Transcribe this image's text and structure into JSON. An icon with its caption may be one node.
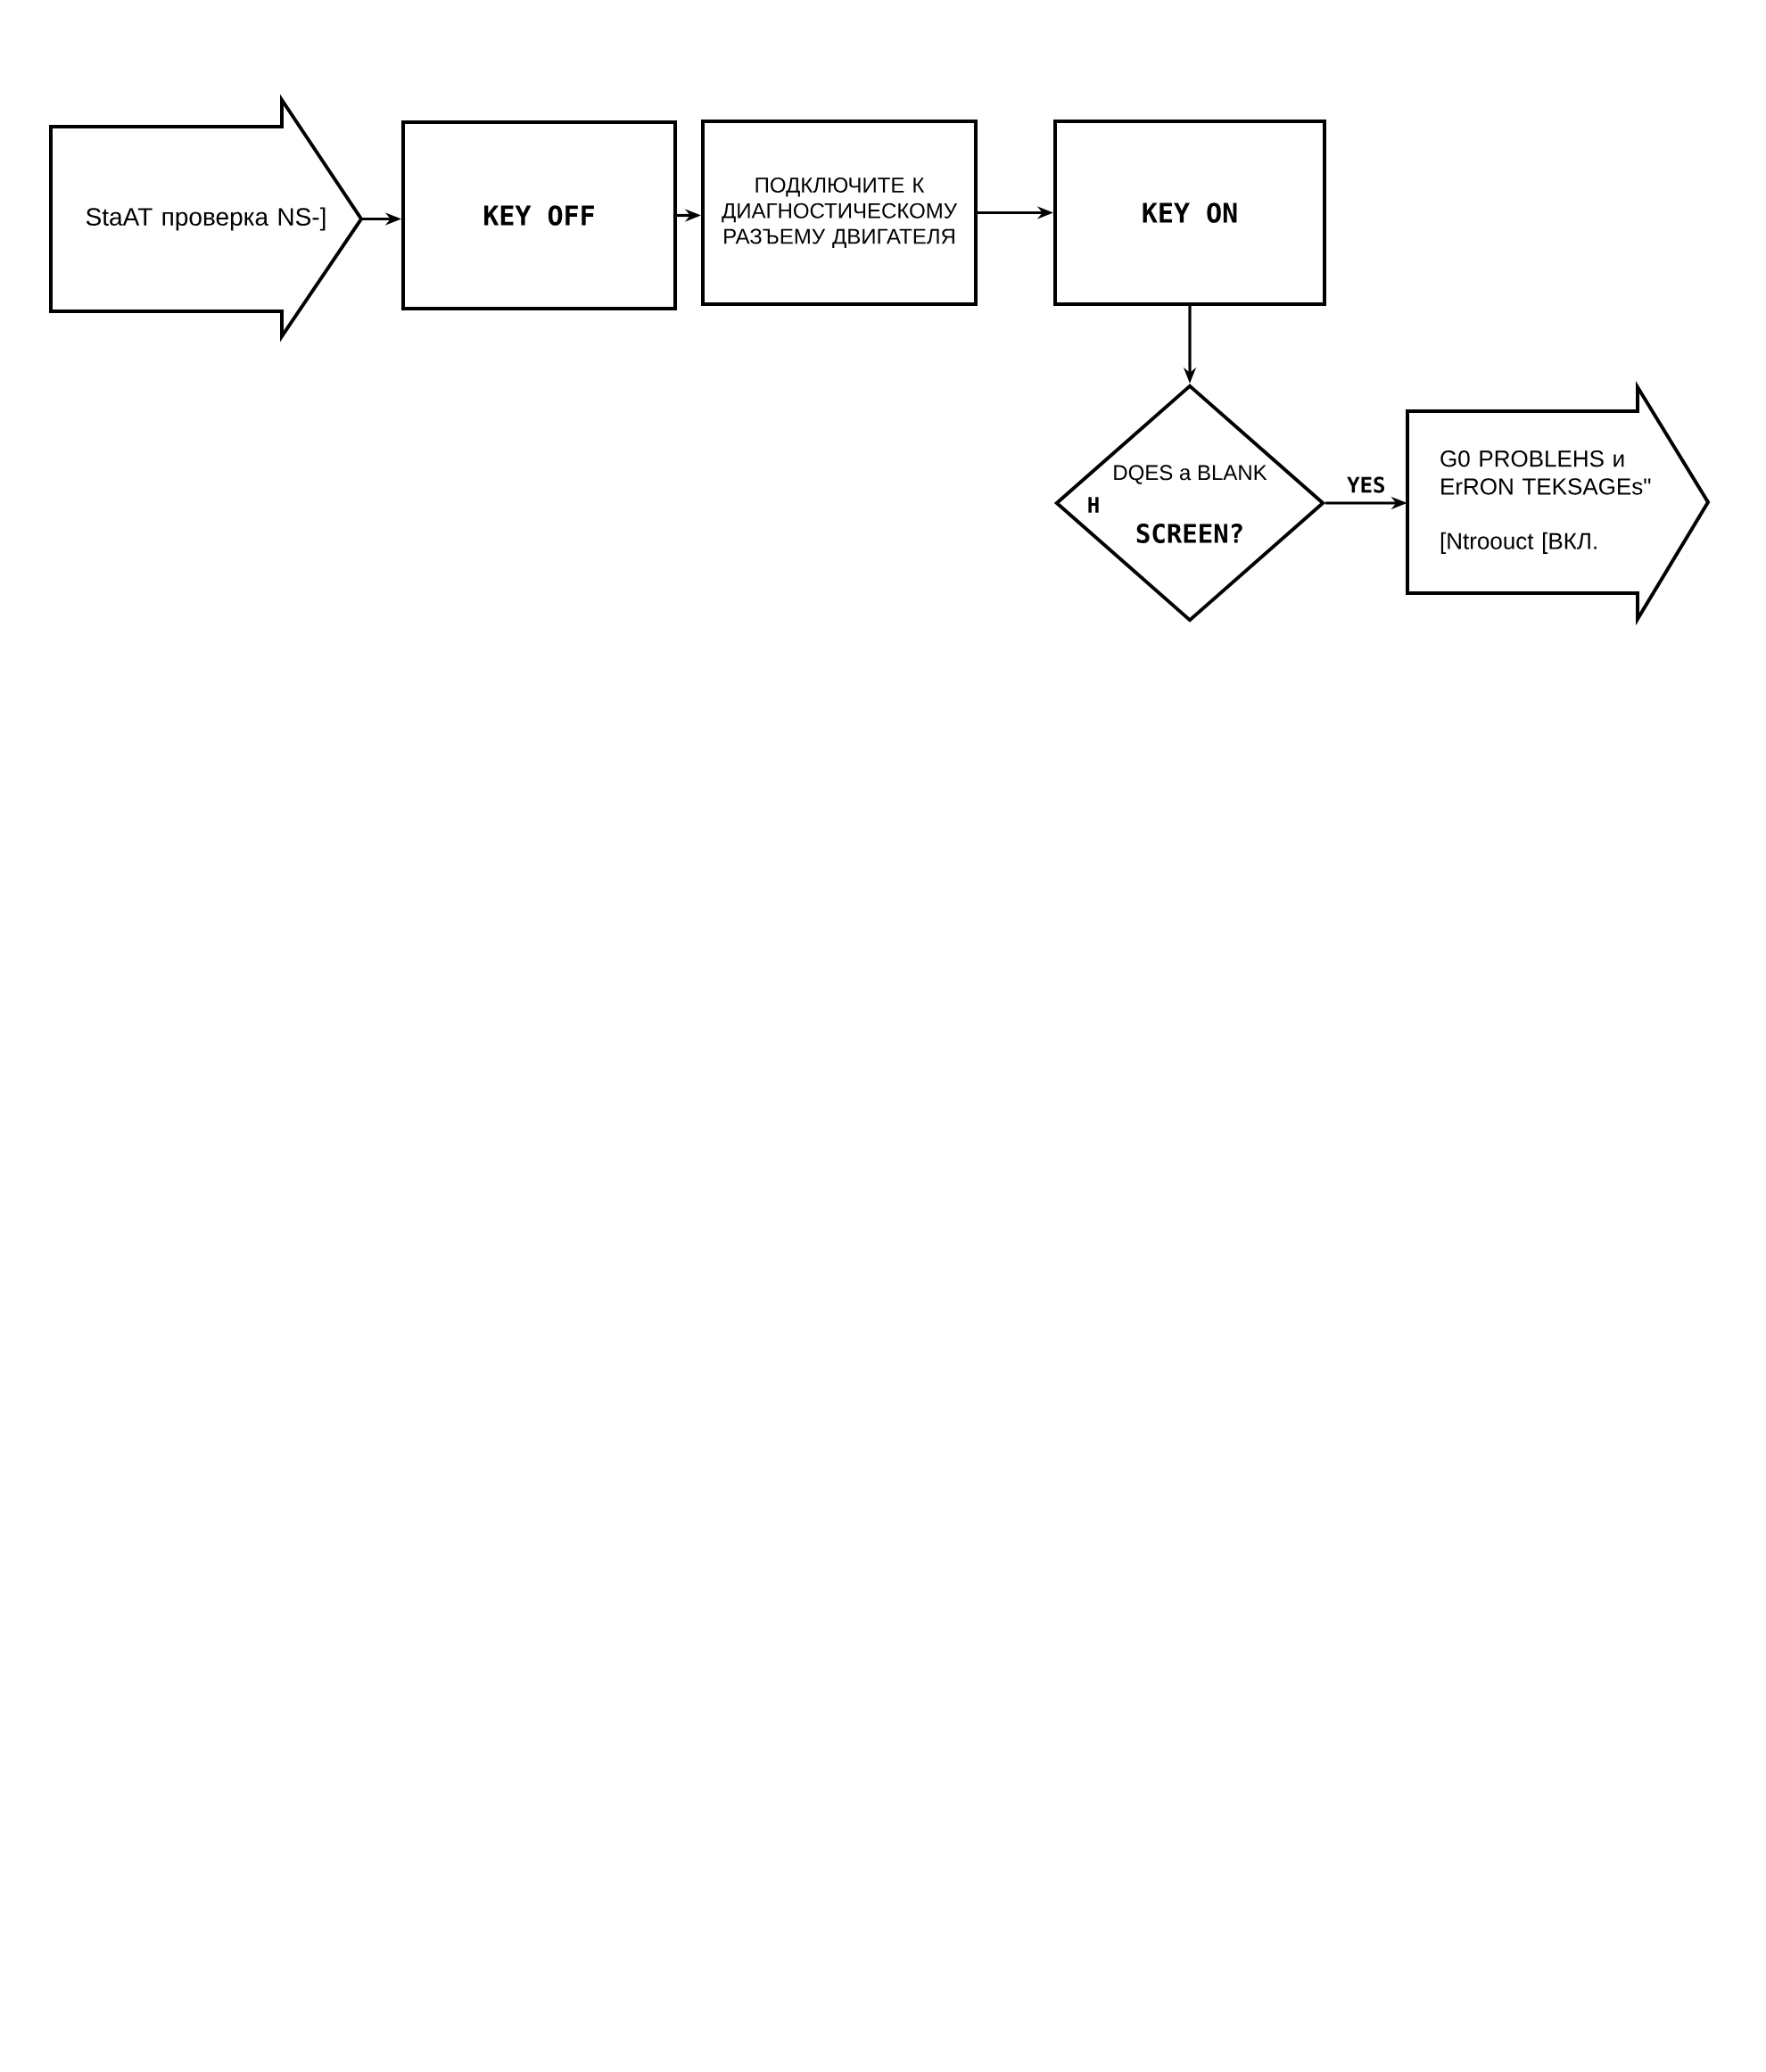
{
  "diagram": {
    "nodes": [
      {
        "text": [
          "StaAT проверка NS-]"
        ]
      },
      {
        "text": [
          "KEY OFF"
        ]
      },
      {
        "text": [
          "ПОДКЛЮЧИТЕ К ДИАГНОСТИЧЕСКОМУ РАЗЪЕМУ ДВИГАТЕЛЯ"
        ]
      },
      {
        "text": [
          "KEY ON"
        ]
      },
      {
        "text": [
          "DQES a BLANK",
          "H",
          "SCREEN?"
        ]
      },
      {
        "text": [
          "G0 PROBLEHS и ErRON TEKSAGEs\"",
          "[Ntroouct [ВКЛ."
        ]
      }
    ],
    "edges": [
      {
        "from": 0,
        "to": 1,
        "arrow": "to"
      },
      {
        "from": 1,
        "to": 2,
        "arrow": "to"
      },
      {
        "from": 2,
        "to": 3,
        "arrow": "to"
      },
      {
        "from": 3,
        "to": 4,
        "arrow": "to"
      },
      {
        "from": 4,
        "to": 5,
        "arrow": "to",
        "label": "YES"
      }
    ]
  }
}
